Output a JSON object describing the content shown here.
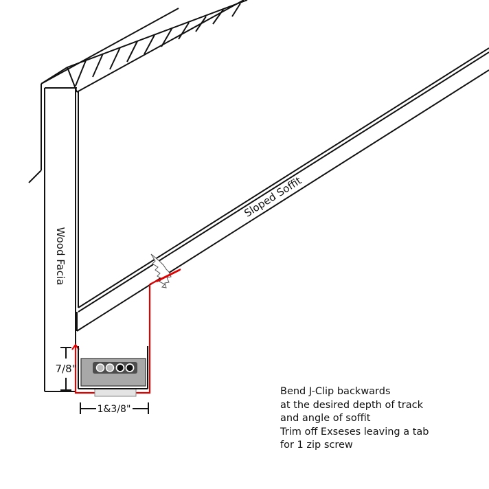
{
  "labels": {
    "wood_facia": "Wood Facia",
    "sloped_soffit": "Sloped Soffit",
    "height_dimension": "7/8\"",
    "width_dimension": "1&3/8\""
  },
  "note_lines": [
    "Bend J-Clip backwards",
    "at the desired depth of track",
    "and angle of soffit",
    "Trim off Exseses leaving a tab",
    "for 1 zip screw"
  ],
  "colors": {
    "line": "#111111",
    "clip": "#e00000",
    "track_fill": "#a8a8a8",
    "screw": "#555555"
  },
  "icons": {
    "screw": "screw-icon",
    "led_strip": "led-strip-icon"
  }
}
